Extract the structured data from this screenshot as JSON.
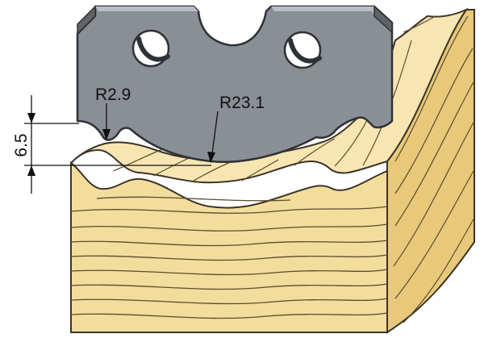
{
  "labels": {
    "small_radius": "R2.9",
    "large_radius": "R23.1",
    "depth": "6.5"
  },
  "colors": {
    "knife_fill": "#8a8f95",
    "knife_edge": "#2e3236",
    "knife_bevel": "#b9bec3",
    "wood_face": "#f3dd9c",
    "wood_top": "#f7e6b2",
    "wood_side": "#e8c97a",
    "wood_outline": "#3c3428",
    "grain_line": "#5b4b2e",
    "dimension_line": "#111111"
  },
  "icons": {
    "hole": "circle-hole-icon",
    "knife": "profile-knife-icon"
  }
}
